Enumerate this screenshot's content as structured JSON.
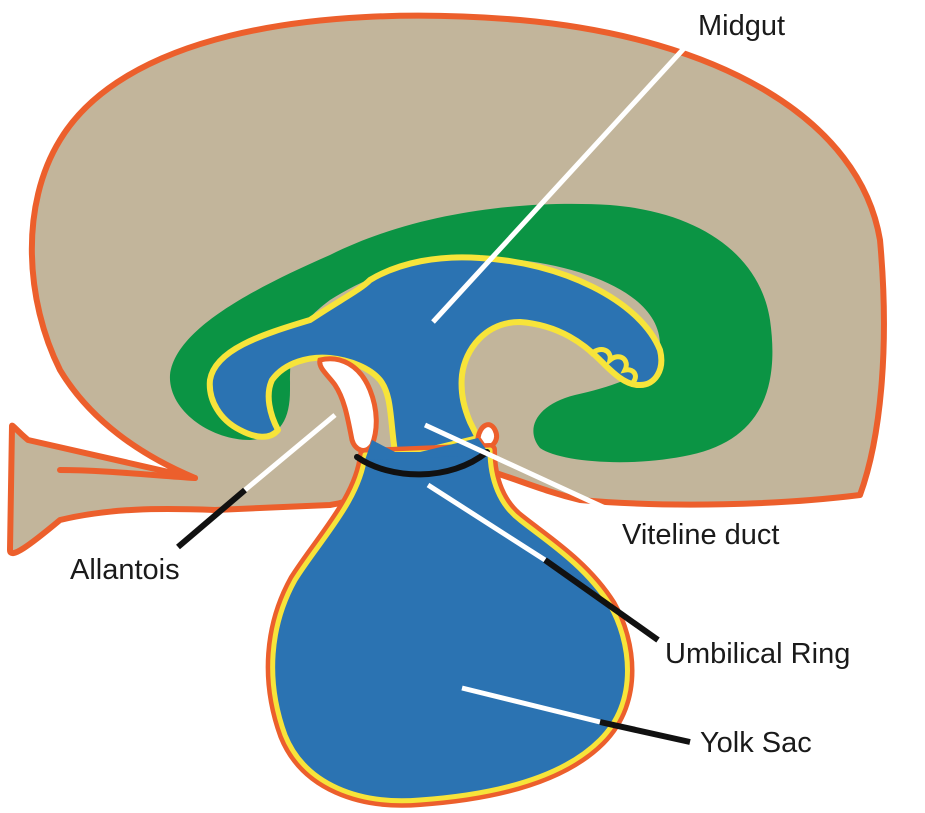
{
  "labels": {
    "midgut": "Midgut",
    "viteline_duct": "Viteline duct",
    "allantois": "Allantois",
    "umbilical_ring": "Umbilical Ring",
    "yolk_sac": "Yolk Sac"
  },
  "colors": {
    "body": "#c2b59b",
    "outline": "#ec5f2c",
    "mesoderm": "#0b9444",
    "endoderm_outline": "#f7e43a",
    "gut_lumen": "#2b73b2",
    "pointer_white": "#ffffff",
    "pointer_black": "#111111"
  }
}
